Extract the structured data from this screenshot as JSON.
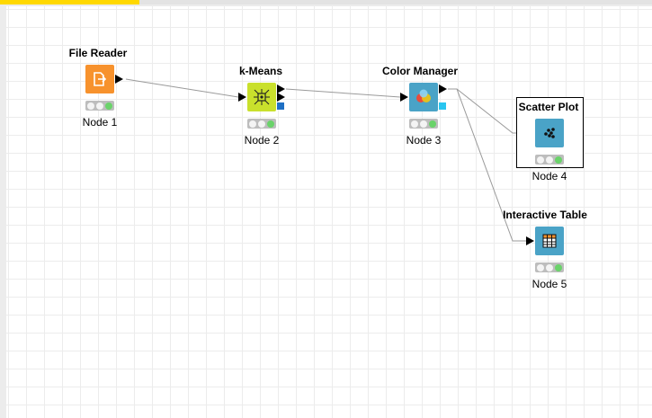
{
  "nodes": [
    {
      "id": "file-reader",
      "title": "File Reader",
      "label": "Node 1",
      "color": "#f7922d",
      "icon": "file-import-icon"
    },
    {
      "id": "k-means",
      "title": "k-Means",
      "label": "Node 2",
      "color": "#c9e02c",
      "icon": "cluster-icon"
    },
    {
      "id": "color-manager",
      "title": "Color Manager",
      "label": "Node 3",
      "color": "#4aa3c7",
      "icon": "color-balls-icon"
    },
    {
      "id": "scatter-plot",
      "title": "Scatter Plot",
      "label": "Node 4",
      "color": "#4aa3c7",
      "icon": "scatter-dots-icon"
    },
    {
      "id": "interactive-table",
      "title": "Interactive Table",
      "label": "Node 5",
      "color": "#4aa3c7",
      "icon": "table-icon"
    }
  ],
  "status": "executed",
  "colors": {
    "accent": "#ffd800",
    "connection": "#9a9a9a",
    "status_green": "#6ad36a"
  }
}
